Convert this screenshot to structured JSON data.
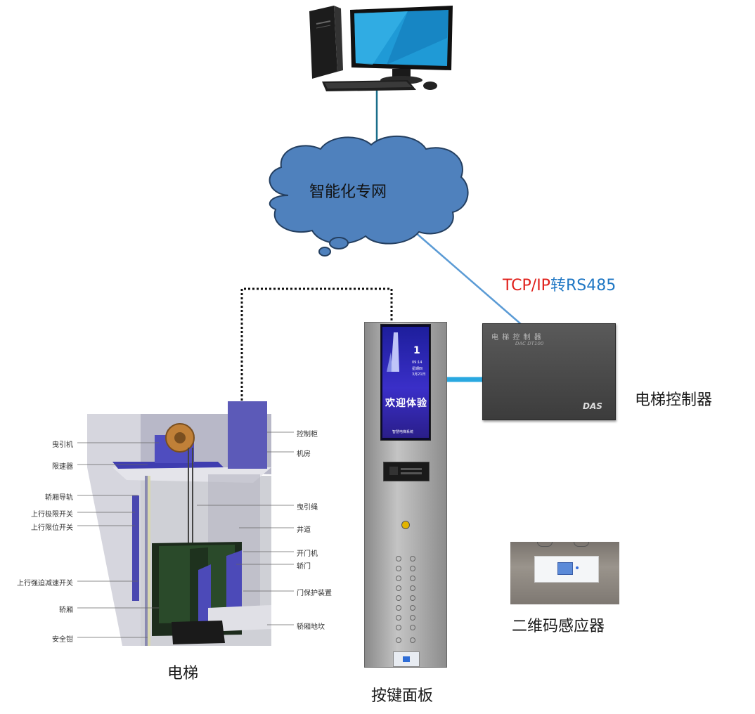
{
  "network": {
    "cloud_label": "智能化专网",
    "protocol_part1": "TCP/IP",
    "protocol_part2": "转RS485",
    "protocol_colors": [
      "#e0201b",
      "#1f77c4"
    ]
  },
  "components": {
    "controller_label": "电梯控制器",
    "controller_box_text": "电 梯 控 制 器",
    "controller_model": "DAC DT100",
    "controller_brand": "DAS",
    "elevator_label": "电梯",
    "panel_label": "按键面板",
    "qr_label": "二维码感应器"
  },
  "panel_screen": {
    "floor": "1",
    "time": "09:14",
    "weekday": "星期四",
    "date": "3月21日",
    "welcome": "欢迎体验",
    "footer": "智慧电梯系统"
  },
  "elevator_callouts": {
    "left": [
      "曳引机",
      "限速器",
      "轿厢导轨",
      "上行极限开关",
      "上行限位开关",
      "上行强迫减速开关",
      "轿厢",
      "安全钳"
    ],
    "right": [
      "控制柜",
      "机房",
      "曳引绳",
      "井道",
      "开门机",
      "轿门",
      "门保护装置",
      "轿厢地坎"
    ]
  }
}
